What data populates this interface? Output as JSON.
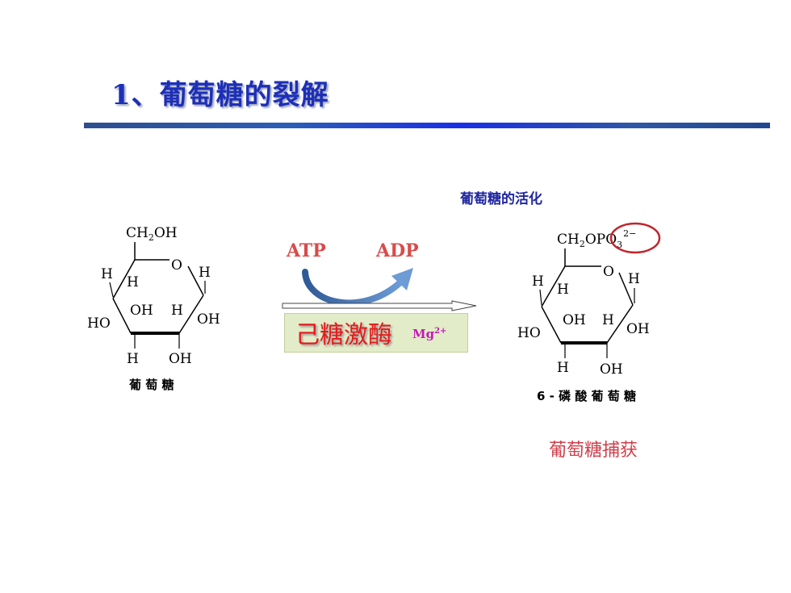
{
  "title": "1、葡萄糖的裂解",
  "annotations": {
    "activation": "葡萄糖的活化",
    "capture": "葡萄糖捕获"
  },
  "reaction": {
    "substrate_in": "ATP",
    "product_out": "ADP",
    "enzyme": "己糖激酶",
    "cofactor": "Mg",
    "cofactor_charge": "2+"
  },
  "glucose": {
    "top_group": "CH",
    "top_sub": "2",
    "top_end": "OH",
    "ring_o": "O",
    "h_left": "H",
    "h_inner": "H",
    "h_right": "H",
    "oh_inner": "OH",
    "h_inner2": "H",
    "ho_left": "HO",
    "oh_right": "OH",
    "h_bottom": "H",
    "oh_bottom": "OH",
    "caption": "葡 萄 糖"
  },
  "g6p": {
    "top_group": "CH",
    "top_sub": "2",
    "top_end": "OPO",
    "phosphate_sub": "3",
    "phosphate_charge": "2−",
    "ring_o": "O",
    "h_left": "H",
    "h_inner": "H",
    "h_right": "H",
    "oh_inner": "OH",
    "h_inner2": "H",
    "ho_left": "HO",
    "oh_right": "OH",
    "h_bottom": "H",
    "oh_bottom": "OH",
    "caption": "6 - 磷 酸 葡 萄 糖"
  },
  "colors": {
    "title": "#1d2fb8",
    "enzyme": "#e81818",
    "atp_adp": "#d84b4b",
    "cofactor": "#c617b8",
    "highlight_ring": "#c0262c",
    "curved_arrow": "#3b6aa6"
  }
}
